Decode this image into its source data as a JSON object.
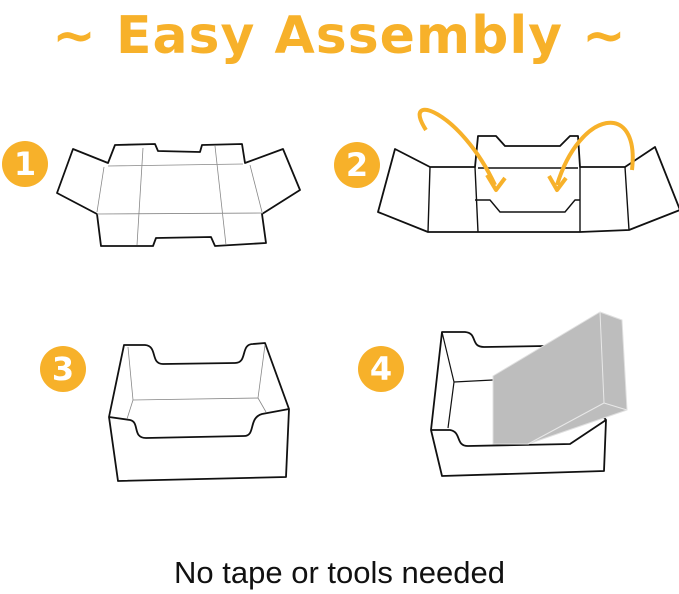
{
  "title": "~ Easy Assembly ~",
  "steps": [
    {
      "number": "1",
      "description": "Flat unfolded box template"
    },
    {
      "number": "2",
      "description": "Fold side walls inward"
    },
    {
      "number": "3",
      "description": "Assembled open box tray"
    },
    {
      "number": "4",
      "description": "Place lid / insert item"
    }
  ],
  "caption": "No tape or tools needed",
  "colors": {
    "accent": "#f7b12a",
    "line": "#111111",
    "fold": "#888888",
    "lid": "#bdbdbd"
  }
}
